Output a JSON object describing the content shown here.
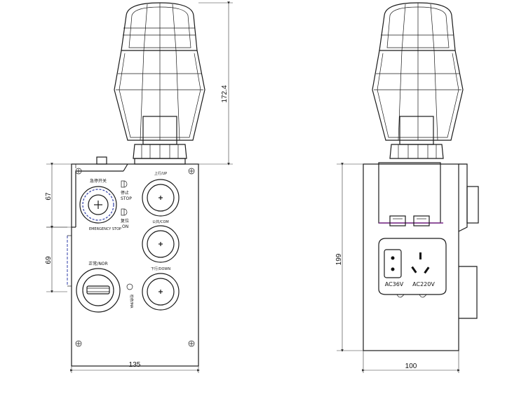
{
  "front_view": {
    "dimensions": {
      "height_lamp": "172.4",
      "height_upper": "67",
      "height_lower": "69",
      "width": "135"
    },
    "labels": {
      "emergency_title": "急停开关",
      "emergency_stop": "EMERGENCY STOP",
      "stop_cn": "停止",
      "stop_en": "STOP",
      "reset_cn": "复位",
      "reset_en": "ON",
      "up": "上行/UP",
      "common": "公共/COM",
      "down": "下行/DOWN",
      "nor": "正常/NOR",
      "mode_side": "检修/MA"
    }
  },
  "side_view": {
    "dimensions": {
      "height": "199",
      "width": "100"
    },
    "labels": {
      "ac36": "AC36V",
      "ac220": "AC220V"
    }
  }
}
